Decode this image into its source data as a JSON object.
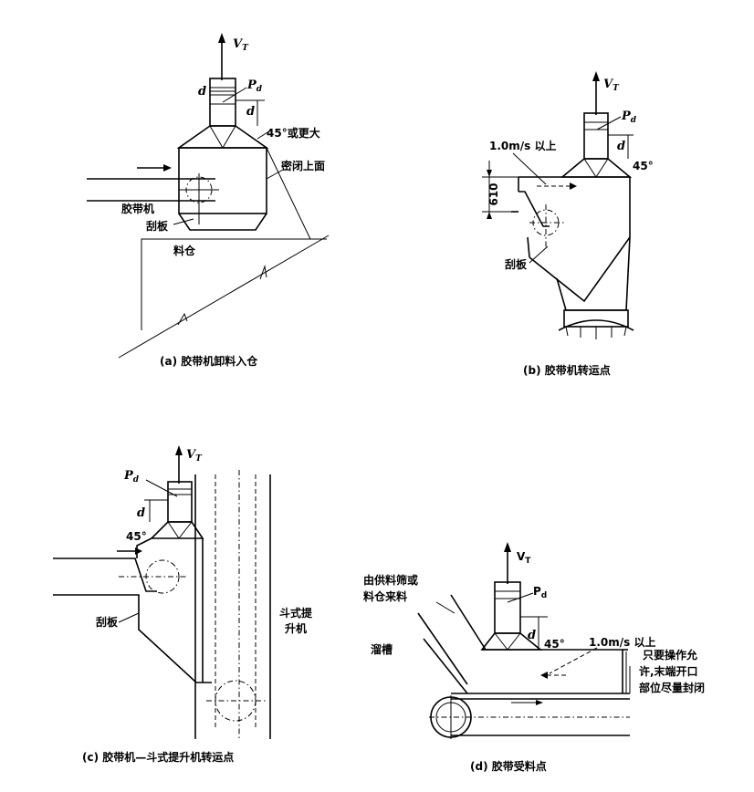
{
  "panel_a": {
    "velocity": "V",
    "velocity_sub": "T",
    "diameter": "d",
    "pressure": "P",
    "pressure_sub": "d",
    "distance": "d",
    "angle_label": "45°或更大",
    "sealed_top": "密闭上面",
    "belt": "胶带机",
    "scraper": "刮板",
    "bin": "料仓",
    "caption": "(a) 胶带机卸料入仓"
  },
  "panel_b": {
    "velocity": "V",
    "velocity_sub": "T",
    "pressure": "P",
    "pressure_sub": "d",
    "distance": "d",
    "angle": "45°",
    "speed": "1.0m/s 以上",
    "height": "610",
    "scraper": "刮板",
    "caption": "(b) 胶带机转运点"
  },
  "panel_c": {
    "velocity": "V",
    "velocity_sub": "T",
    "pressure": "P",
    "pressure_sub": "d",
    "distance": "d",
    "angle": "45°",
    "scraper": "刮板",
    "elevator_line1": "斗式提",
    "elevator_line2": "升机",
    "caption": "(c) 胶带机—斗式提升机转运点"
  },
  "panel_d": {
    "velocity": "V",
    "velocity_sub": "T",
    "pressure": "P",
    "pressure_sub": "d",
    "distance": "d",
    "angle": "45°",
    "feed_line1": "由供料筛或",
    "feed_line2": "料仓来料",
    "speed": "1.0m/s 以上",
    "chute": "溜槽",
    "note_line1": "只要操作允",
    "note_line2": "许,末端开口",
    "note_line3": "部位尽量封闭",
    "caption": "(d) 胶带受料点"
  }
}
